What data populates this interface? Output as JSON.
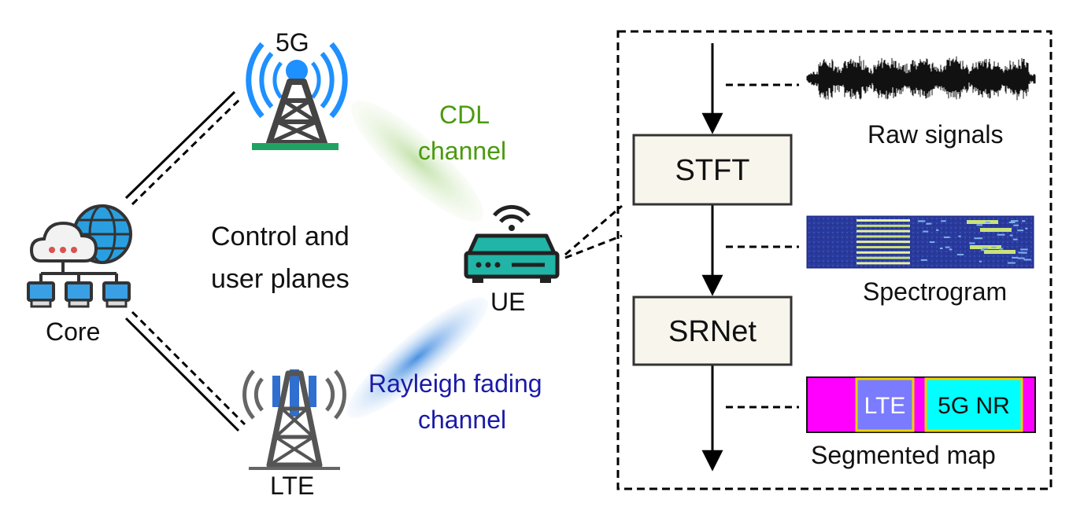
{
  "network": {
    "tower_5g_label": "5G",
    "tower_lte_label": "LTE",
    "core_label": "Core",
    "ue_label": "UE",
    "planes_label_line1": "Control and",
    "planes_label_line2": "user planes",
    "cdl_label_line1": "CDL",
    "cdl_label_line2": "channel",
    "rayleigh_label_line1": "Rayleigh fading",
    "rayleigh_label_line2": "channel"
  },
  "pipeline": {
    "stft_label": "STFT",
    "srnet_label": "SRNet",
    "raw_signals_label": "Raw signals",
    "spectrogram_label": "Spectrogram",
    "segmented_map_label": "Segmented map",
    "segment_lte_label": "LTE",
    "segment_5g_label": "5G NR"
  },
  "colors": {
    "cdl_text": "#4a9a0e",
    "rayleigh_text": "#1a1aa8",
    "teal": "#20b5a6",
    "tower_5g_blue": "#1e90ff",
    "tower_green_base": "#1fa362",
    "magenta": "#ff00ff",
    "lte_segment": "#7b7bff",
    "nr_segment": "#00ffff",
    "segment_border": "#f0d000",
    "box_fill": "#f8f5ec"
  }
}
